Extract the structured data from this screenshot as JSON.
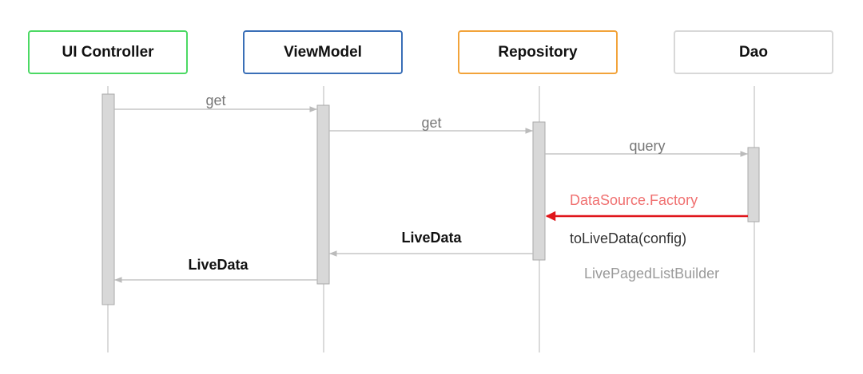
{
  "participants": {
    "ui_controller": {
      "label": "UI Controller",
      "color": "#4cd964"
    },
    "viewmodel": {
      "label": "ViewModel",
      "color": "#3a6fb7"
    },
    "repository": {
      "label": "Repository",
      "color": "#f2a33a"
    },
    "dao": {
      "label": "Dao",
      "color": "#d8d8d8"
    }
  },
  "messages": {
    "get_1": "get",
    "get_2": "get",
    "query": "query",
    "datasource": "DataSource.Factory",
    "livedata_1": "LiveData",
    "livedata_2": "LiveData"
  },
  "notes": {
    "to_live_data": "toLiveData(config)",
    "builder": "LivePagedListBuilder"
  },
  "colors": {
    "lifeline": "#cfcfcf",
    "activation_fill": "#d8d8d8",
    "activation_stroke": "#aaaaaa",
    "arrow_gray": "#bbbbbb",
    "arrow_red": "#e0161b",
    "label_red": "#f07070"
  }
}
